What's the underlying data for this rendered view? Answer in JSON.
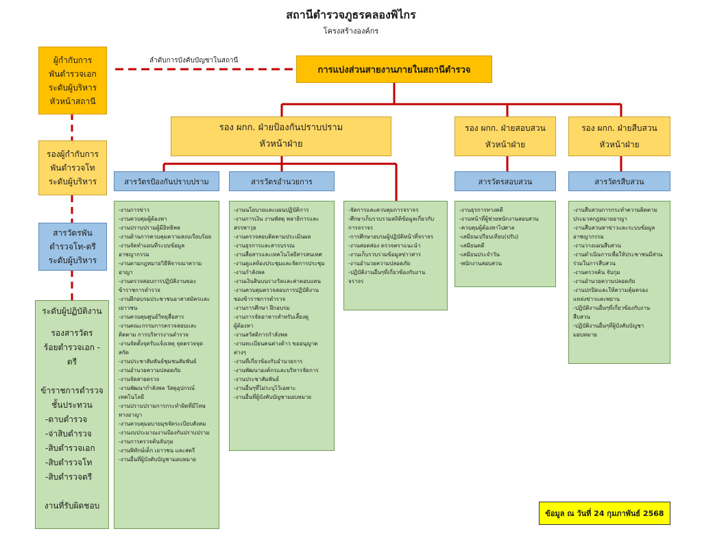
{
  "title": "สถานีตำรวจภูธรคลองพิไกร",
  "subtitle": "โครงสร้างองค์กร",
  "chain_label": "ลำดับการบังคับบัญชาในสถานี",
  "main_box": "การแบ่งส่วนสายงานภายในสถานีตำรวจ",
  "left_column": {
    "commander": "ผู้กำกับการ\nพันตำรวจเอก\nระดับผู้บริหาร\nหัวหน้าสถานี",
    "deputy": "รองผู้กำกับการ\nพันตำรวจโท\nระดับผู้บริหาร",
    "inspector": "สารวัตรพัน\nตำรวจโท-ตรี\nระดับผู้บริหาร",
    "operations": {
      "heading": "ระดับผู้ปฏิบัติงาน",
      "lines": [
        "รองสารวัตร",
        "ร้อยตำรวจเอก -",
        "ตรี",
        "",
        "ข้าราชการตำรวจ",
        "ชั้นประทวน",
        "-ดาบตำรวจ",
        "-จ่าสิบตำรวจ",
        "-สิบตำรวจเอก",
        "-สิบตำรวจโท",
        "-สิบตำรวจตรี",
        "",
        "งานที่รับผิดชอบ"
      ]
    }
  },
  "deputies": {
    "prevention": "รอง ผกก. ฝ่ายป้องกันปราบปราม\nหัวหน้าฝ่าย",
    "investigation": "รอง ผกก. ฝ่ายสอบสวน\nหัวหน้าฝ่าย",
    "detective": "รอง ผกก. ฝ่ายสืบสวน\nหัวหน้าฝ่าย"
  },
  "inspectors": {
    "prevention": "สารวัตรป้องกันปราบปราม",
    "admin": "สารวัตรอำนวยการ",
    "investigation": "สารวัตรสอบสวน",
    "detective": "สารวัตรสืบสวน"
  },
  "duties": {
    "prevention": [
      "-งานการข่าว",
      "-งานควบคุมผู้ต้องหา",
      "-งานปราบปรามผู้มีอิทธิพล",
      "-งานด้านการควบคุมความสงบเรียบร้อย",
      "-งานจัดทำแผนที่ระบบข้อมูล",
      "อาชญากรรม",
      "-งานตามกฎหมายวิธีพิจารณาความ",
      "อาญา",
      "-งานตรวจสอบการปฏิบัติงานของ",
      "ข้าราชการตำรวจ",
      "-งานฝึกอบรมประชาชนอาสาสมัครและ",
      "เยาวชน",
      "-งานควบคุมศูนย์วิทยุสื่อสาร",
      "-งานคณะกรรมการตรวจสอบและ",
      "ติดตาม การบริหารงานตำรวจ",
      "-งานจัดตั้งจุดรับแจ้งเหตุ จุดตรวจจุด",
      "สกัด",
      "-งานประชาสัมพันธ์ชุมชนสัมพันธ์",
      "-งานอำนวยความปลอดภัย",
      "-งานจัดสายตรวจ",
      "-งานพัฒนากำลังพล วัสดุอุปกรณ์",
      "เทคโนโลยี",
      "-งานปราบปรามการกระทำผิดที่มีโทษ",
      "ทางอาญา",
      "-งานควบคุมอบายมุขจัดระเบียบสังคม",
      "-งานงบประมาณงานป้องกันปราบปราม",
      "-งานการตรวจค้นจับกุม",
      "-งานพิทักษ์เด็ก เยาวชน และสตรี",
      "-งานอื่นที่ผู้บังคับบัญชามอบหมาย"
    ],
    "admin": [
      "-งานนโยบายและแผนปฏิบัติการ",
      "-งานการเงิน งานพัสดุ พลาธิการและ",
      "สรรพาวุธ",
      "-งานตรวจสอบติดตามประเมินผล",
      "-งานธุรการและสารบรรณ",
      "-งานสื่อสารและเทคโนโลยีสารสนเทศ",
      "-งานดูแลห้องประชุมและจัดการประชุม",
      "-งานกำลังพล",
      "-งานเงินสินบนรางวัลและค่าตอบแทน",
      "-งานควบคุมตรวจสอบการปฏิบัติงาน",
      "ของข้าราชการตำรวจ",
      "-งานการศึกษา ฝึกอบรม",
      "-งานการจัดอาหารสำหรับเลี้ยงดู",
      "ผู้ต้องหา",
      "-งานสวัสดิการกำลังพล",
      "-งานทะเบียนคนต่างด้าว ขออนุญาต",
      "ต่างๆ",
      "-งานที่เกี่ยวข้องกับอำนวยการ",
      "-งานพัฒนาองค์กรและบริหารจัดการ",
      "-งานประชาสัมพันธ์",
      "-งานอื่นๆที่ไม่ระบุไว้เฉพาะ",
      "-งานอื่นที่ผู้บังคับบัญชามอบหมาย"
    ],
    "traffic": [
      "-จัดการและควบคุมการจราจร",
      "-ศึกษาเก็บรวบรวมสถิติข้อมูลเกี่ยวกับ",
      "การจราจร",
      "-การศึกษาอบรมผู้ปฏิบัติหน้าที่จราจร",
      "-งานสอดส่อง ตรวจตราแนะนำ",
      "-งานเก็บรวบรวมข้อมูลข่าวสาร",
      "-งานอำนวยความปลอดภัย",
      "-ปฏิบัติงานอื่นๆที่เกี่ยวข้องกับงาน",
      "จราจร"
    ],
    "investigation": [
      "-งานธุรการทางคดี",
      "-งานหน้าที่ผู้ช่วยพนักงานสอบสวน",
      "-ควบคุมผู้ต้องหาไปศาล",
      "-เสมียนเปรียบเทียบ(ปรับ)",
      "-เสมียนคดี",
      "-เสมียนประจำวัน",
      "-พนักงานสอบสวน"
    ],
    "detective": [
      "-งานสืบสวนการกระทำความผิดตาม",
      "ประมวลกฎหมายอาญา",
      "-งานสืบสวนหาข่าวและระบบข้อมูล",
      "อาชญากรรม",
      "-งานวางแผนสืบสวน",
      "-งานดำเนินการเพื่อให้ประชาชนมีส่วน",
      "ร่วมในการสืบสวน",
      "-งานตรวจค้น จับกุม",
      "-งานอำนวยความปลอดภัย",
      "-งานปกปิดและให้ความคุ้มครอง",
      "แหล่งข่าวและพยาน",
      "-ปฏิบัติงานอื่นๆที่เกี่ยวข้องกับงาน",
      "สืบสวน",
      "-ปฏิบัติงานอื่นๆที่ผู้บังคับบัญชา",
      "มอบหมาย"
    ]
  },
  "footnote": "ข้อมูล ณ วันที่ 24 กุมภาพันธ์ 2568",
  "colors": {
    "line": "#c00000",
    "orange": "#ffc000",
    "yellow": "#ffd966",
    "blue": "#9dc3e6",
    "green": "#c5e0b4"
  }
}
